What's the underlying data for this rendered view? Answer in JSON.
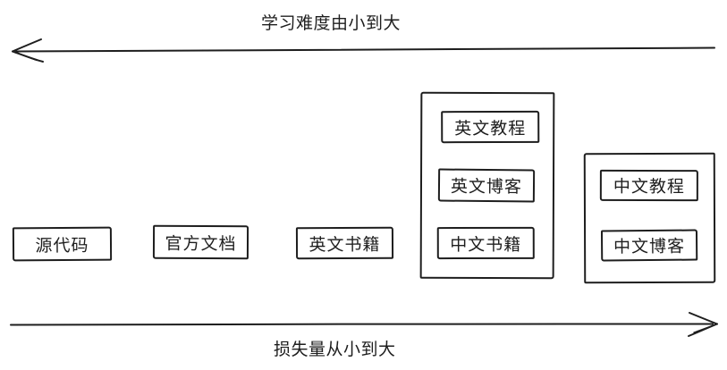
{
  "diagram": {
    "background_color": "#ffffff",
    "stroke_color": "#1e1e1e",
    "top_axis": {
      "label": "学习难度由小到大",
      "arrow_direction": "left"
    },
    "bottom_axis": {
      "label": "损失量从小到大",
      "arrow_direction": "right"
    },
    "standalone_boxes": [
      {
        "label": "源代码"
      },
      {
        "label": "官方文档"
      },
      {
        "label": "英文书籍"
      }
    ],
    "groups": [
      {
        "items": [
          {
            "label": "英文教程"
          },
          {
            "label": "英文博客"
          },
          {
            "label": "中文书籍"
          }
        ]
      },
      {
        "items": [
          {
            "label": "中文教程"
          },
          {
            "label": "中文博客"
          }
        ]
      }
    ]
  }
}
